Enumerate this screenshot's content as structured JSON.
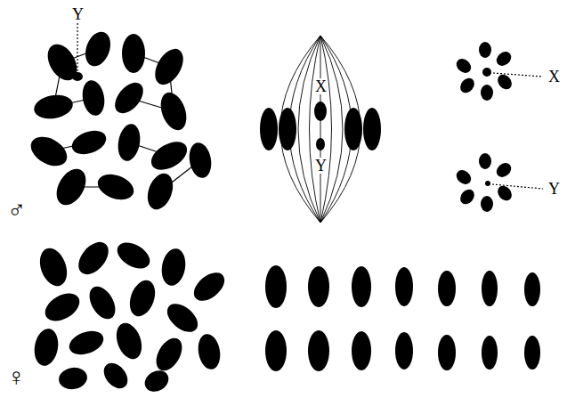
{
  "diagram": {
    "labels": [
      "Y",
      "X",
      "Y",
      "X",
      "Y",
      "♂",
      "♀"
    ]
  }
}
